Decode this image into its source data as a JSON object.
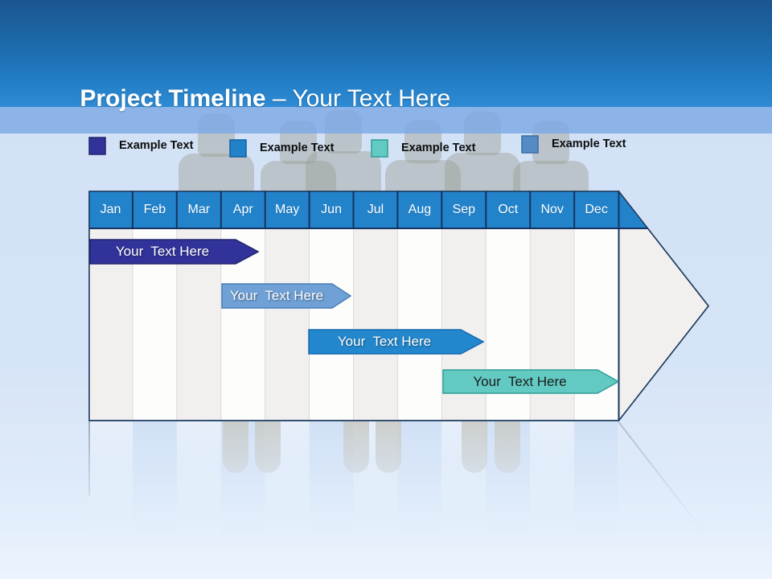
{
  "title": {
    "main": "Project Timeline",
    "suffix": " – Your Text Here"
  },
  "legend": {
    "items": [
      {
        "label": "Example Text",
        "color": "#31339b",
        "border": "#23246d"
      },
      {
        "label": "Example Text",
        "color": "#2182c9",
        "border": "#15609f"
      },
      {
        "label": "Example Text",
        "color": "#63cac3",
        "border": "#2f9d95"
      },
      {
        "label": "Example Text",
        "color": "#568cc6",
        "border": "#3a6ba3"
      }
    ]
  },
  "timeline": {
    "months": [
      "Jan",
      "Feb",
      "Mar",
      "Apr",
      "May",
      "Jun",
      "Jul",
      "Aug",
      "Sep",
      "Oct",
      "Nov",
      "Dec"
    ],
    "colors": {
      "header_fill": "#2283cb",
      "header_line": "#17335f",
      "outline": "#1d3a5f",
      "col_gray": "#f1f0ee",
      "col_white": "#fdfdfc",
      "separator": "#d9d9d9"
    },
    "bars": [
      {
        "label": "Your  Text Here",
        "fill": "#31339b",
        "stroke": "#23246d",
        "text_color": "#ffffff"
      },
      {
        "label": "Your  Text Here",
        "fill": "#6fa0d6",
        "stroke": "#4d7fb8",
        "text_color": "#ffffff"
      },
      {
        "label": "Your  Text Here",
        "fill": "#2287cd",
        "stroke": "#176bb0",
        "text_color": "#ffffff"
      },
      {
        "label": "Your  Text Here",
        "fill": "#63cac3",
        "stroke": "#2f9d95",
        "text_color": "#1c1c1c"
      }
    ]
  }
}
